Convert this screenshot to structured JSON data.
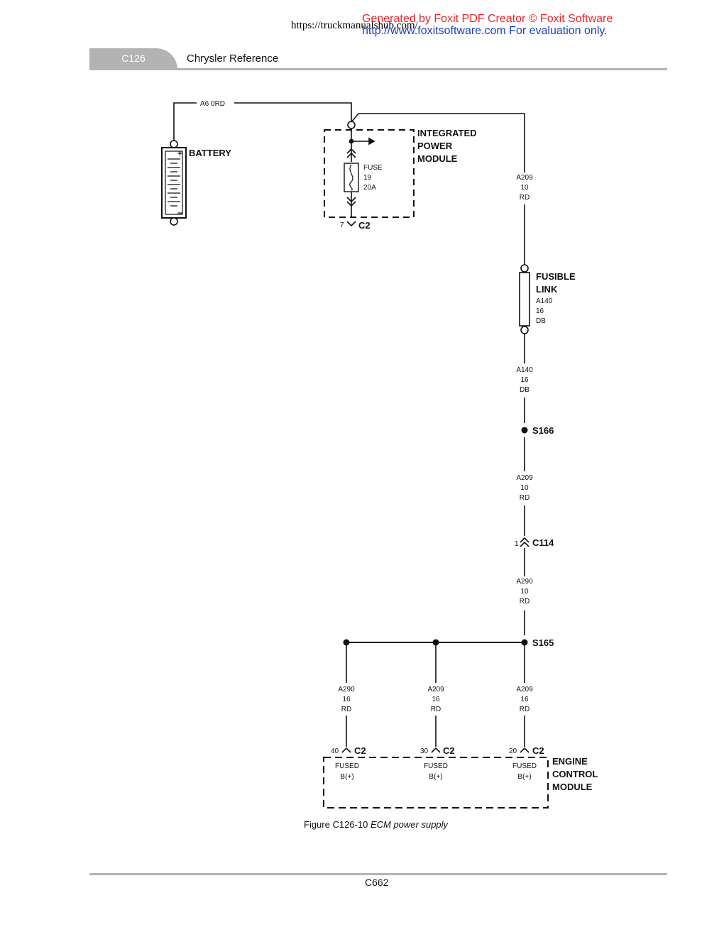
{
  "watermark": {
    "line1": "Generated by Foxit PDF Creator © Foxit Software",
    "line2": "http://www.foxitsoftware.com   For evaluation only."
  },
  "site_url": "https://truckmanualshub.com/",
  "header": {
    "section_tab": "C126",
    "title": "Chrysler Reference"
  },
  "diagram": {
    "battery_wire": "A6  0RD",
    "battery_label": "BATTERY",
    "battery_plus": "+",
    "battery_minus": "−",
    "ipm": {
      "line1": "INTEGRATED",
      "line2": "POWER",
      "line3": "MODULE"
    },
    "fuse": {
      "line1": "FUSE",
      "line2": "19",
      "line3": "20A"
    },
    "ipm_connector_pin": "7",
    "ipm_connector": "C2",
    "wire_a209_top": {
      "id": "A209",
      "gauge": "10",
      "color": "RD"
    },
    "fusible_link": {
      "line1": "FUSIBLE",
      "line2": "LINK",
      "id": "A140",
      "gauge": "16",
      "color": "DB"
    },
    "wire_a140": {
      "id": "A140",
      "gauge": "16",
      "color": "DB"
    },
    "splice_s166": "S166",
    "wire_a209_mid": {
      "id": "A209",
      "gauge": "10",
      "color": "RD"
    },
    "c114_pin": "1",
    "c114": "C114",
    "wire_a290_mid": {
      "id": "A290",
      "gauge": "10",
      "color": "RD"
    },
    "splice_s165": "S165",
    "branches": [
      {
        "id": "A290",
        "gauge": "16",
        "color": "RD",
        "pin": "40",
        "connector": "C2",
        "fused1": "FUSED",
        "fused2": "B(+)"
      },
      {
        "id": "A209",
        "gauge": "16",
        "color": "RD",
        "pin": "30",
        "connector": "C2",
        "fused1": "FUSED",
        "fused2": "B(+)"
      },
      {
        "id": "A209",
        "gauge": "16",
        "color": "RD",
        "pin": "20",
        "connector": "C2",
        "fused1": "FUSED",
        "fused2": "B(+)"
      }
    ],
    "ecm": {
      "line1": "ENGINE",
      "line2": "CONTROL",
      "line3": "MODULE"
    }
  },
  "caption": {
    "number": "Figure C126-10",
    "text": "ECM power supply"
  },
  "footer": {
    "page": "C662"
  }
}
